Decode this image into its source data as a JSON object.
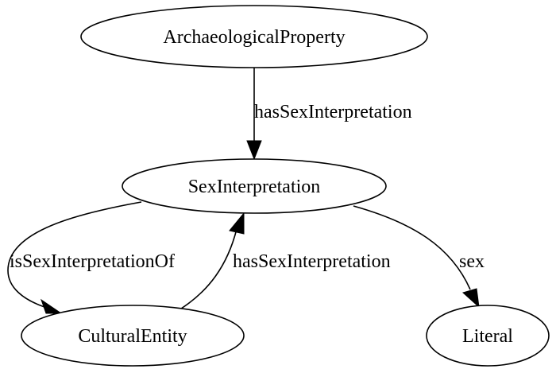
{
  "nodes": {
    "archaeological_property": "ArchaeologicalProperty",
    "sex_interpretation": "SexInterpretation",
    "cultural_entity": "CulturalEntity",
    "literal": "Literal"
  },
  "edges": {
    "property_to_interpretation": "hasSexInterpretation",
    "interpretation_to_entity": "isSexInterpretationOf",
    "entity_to_interpretation": "hasSexInterpretation",
    "interpretation_to_literal": "sex"
  }
}
